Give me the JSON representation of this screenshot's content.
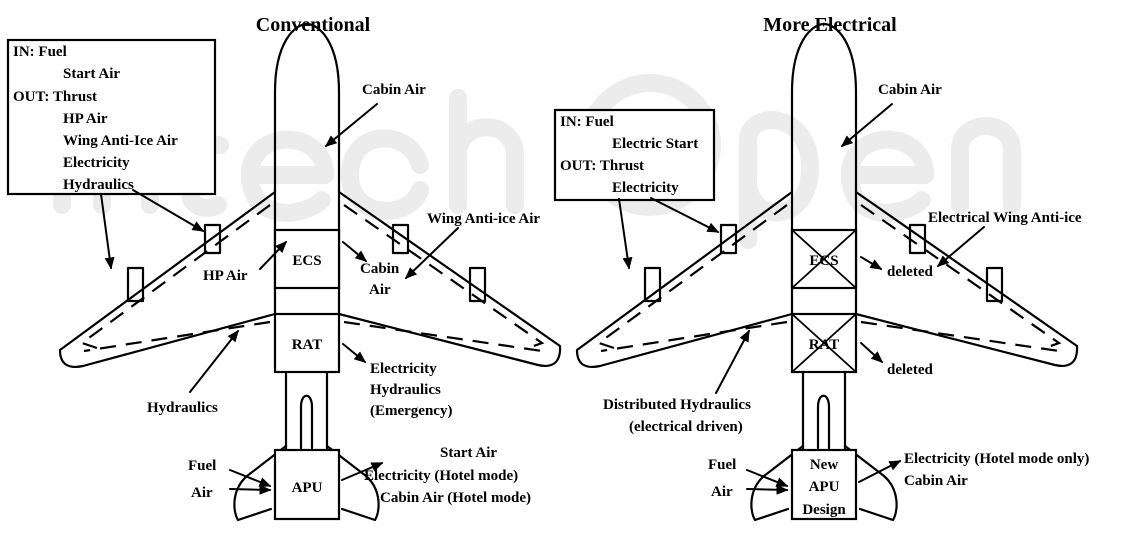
{
  "watermark": {
    "text": "intechopen"
  },
  "conventional": {
    "heading": "Conventional",
    "engine_box": {
      "lines": [
        "IN:   Fuel",
        "Start Air",
        "OUT: Thrust",
        "HP Air",
        "Wing Anti-Ice Air",
        "Electricity",
        "Hydraulics"
      ]
    },
    "labels": {
      "cabin_air_top": "Cabin Air",
      "wing_anti_ice_air": "Wing Anti-ice Air",
      "ecs": "ECS",
      "hp_air": "HP Air",
      "cabin_air_ecs_1": "Cabin",
      "cabin_air_ecs_2": "Air",
      "rat": "RAT",
      "rat_out_1": "Electricity",
      "rat_out_2": "Hydraulics",
      "rat_out_3": "(Emergency)",
      "hydraulics": "Hydraulics",
      "fuel": "Fuel",
      "air": "Air",
      "apu": "APU",
      "apu_out_1": "Start Air",
      "apu_out_2": "Electricity (Hotel mode)",
      "apu_out_3": "Cabin Air (Hotel mode)"
    }
  },
  "more_electrical": {
    "heading": "More Electrical",
    "engine_box": {
      "lines": [
        "IN:    Fuel",
        "Electric Start",
        "OUT: Thrust",
        "Electricity"
      ]
    },
    "labels": {
      "cabin_air_top": "Cabin Air",
      "wing_anti_ice": "Electrical Wing Anti-ice",
      "ecs": "ECS",
      "ecs_deleted": "deleted",
      "rat": "RAT",
      "rat_deleted": "deleted",
      "distributed_hydraulics_1": "Distributed Hydraulics",
      "distributed_hydraulics_2": "(electrical driven)",
      "fuel": "Fuel",
      "air": "Air",
      "apu_1": "New",
      "apu_2": "APU",
      "apu_3": "Design",
      "apu_out_1": "Electricity (Hotel mode only)",
      "apu_out_2": "Cabin Air"
    }
  }
}
